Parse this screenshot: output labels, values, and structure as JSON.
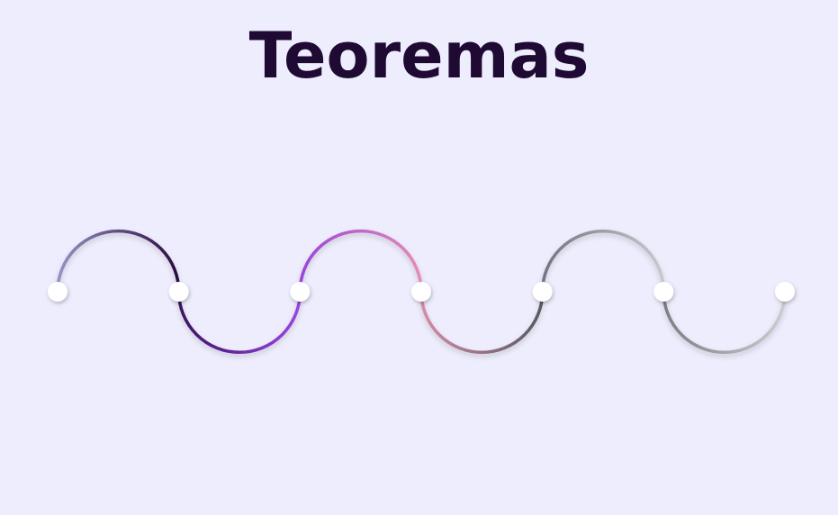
{
  "title": "Teoremas",
  "segments": [
    {
      "direction": "up",
      "color_start": "#9791c4",
      "color_end": "#2a0a3f"
    },
    {
      "direction": "down",
      "color_start": "#3a1260",
      "color_end": "#9b45e4"
    },
    {
      "direction": "up",
      "color_start": "#9a45d8",
      "color_end": "#e68ab6"
    },
    {
      "direction": "down",
      "color_start": "#d68aa6",
      "color_end": "#555a63"
    },
    {
      "direction": "up",
      "color_start": "#6f767e",
      "color_end": "#c7c9cd"
    },
    {
      "direction": "down",
      "color_start": "#7a7f85",
      "color_end": "#cbcccf"
    }
  ],
  "node_color": "#ffffff"
}
